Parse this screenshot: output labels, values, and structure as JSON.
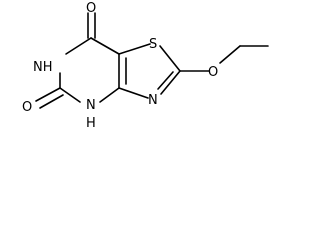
{
  "molecule": {
    "atoms": {
      "o_top": "O",
      "s_ring": "S",
      "o_ether": "O",
      "nh_left": "NH",
      "n_thiazole": "N",
      "o_bottom": "O",
      "nh_bottom": "N",
      "nh_bottom_h": "H"
    }
  }
}
